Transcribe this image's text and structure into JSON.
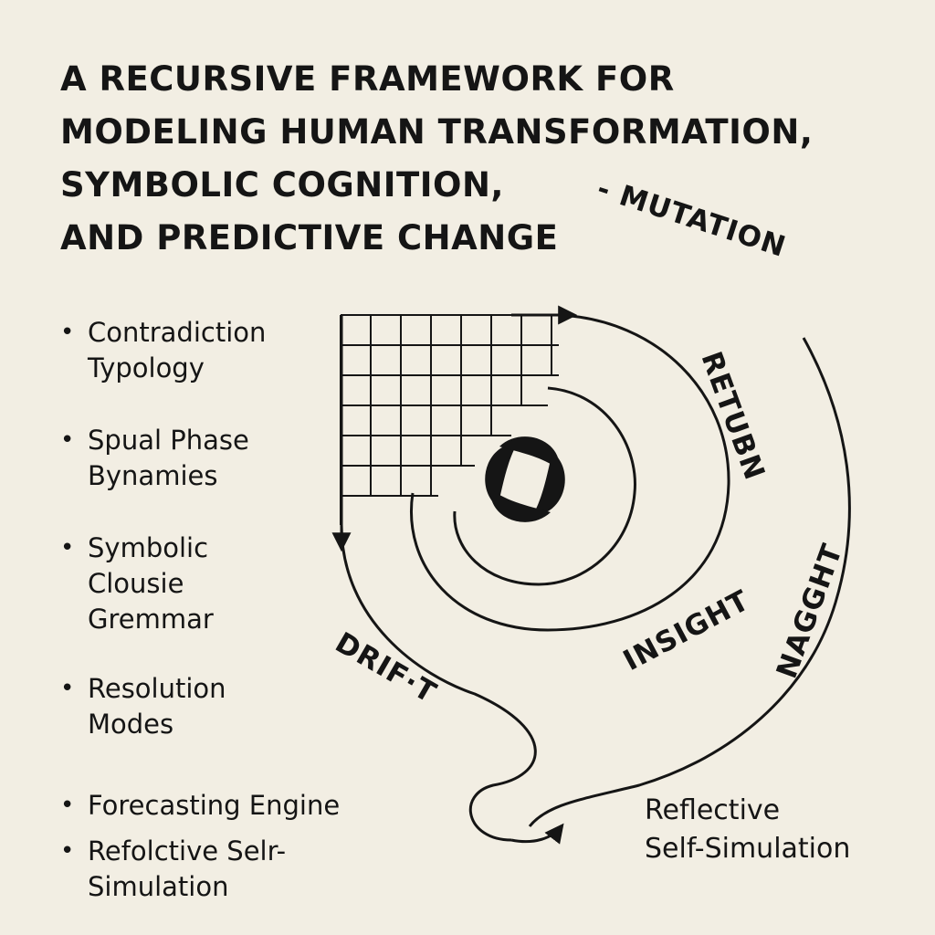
{
  "title": {
    "lines": [
      "A RECURSIVE FRAMEWORK FOR",
      "MODELING HUMAN TRANSFORMATION,",
      "SYMBOLIC COGNITION,",
      "AND PREDICTIVE CHANGE"
    ]
  },
  "bullets": [
    {
      "lines": [
        "Contradiction",
        "Typology"
      ]
    },
    {
      "lines": [
        "Spual Phase",
        "Bynamies"
      ]
    },
    {
      "lines": [
        "Symbolic",
        "Clousie",
        "Gremmar"
      ]
    },
    {
      "lines": [
        "Resolution",
        "Modes"
      ]
    },
    {
      "lines": [
        "Forecasting Engine"
      ]
    },
    {
      "lines": [
        "Refolctive Selr-",
        "Simulation"
      ]
    }
  ],
  "diagram": {
    "labels": {
      "mutation": "- MUTATION",
      "return": "RETUBN",
      "insight": "INSIGHT",
      "naught": "NAGGHT",
      "drift": "DRIF·T"
    },
    "caption": [
      "Reflective",
      "Self-Simulation"
    ],
    "icons": [
      "grid-icon",
      "swirl-icon"
    ]
  }
}
